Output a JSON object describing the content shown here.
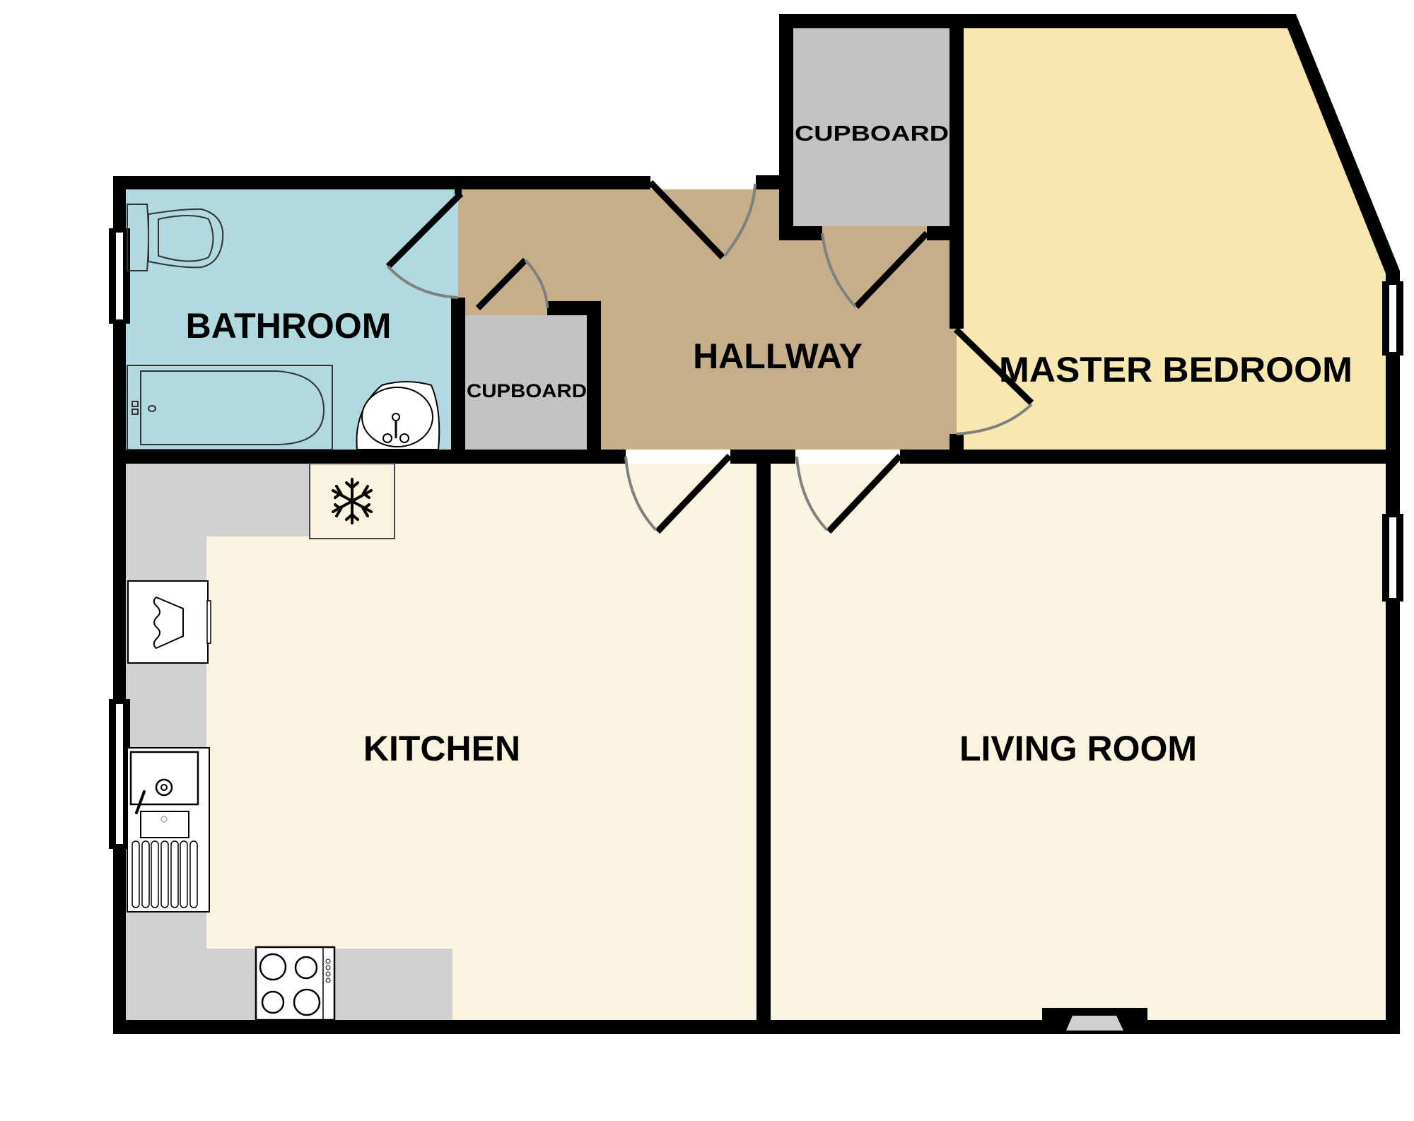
{
  "floorplan": {
    "colors": {
      "wall": "#000000",
      "bathroom": "#b0dae0",
      "hallway": "#c6ae8a",
      "cupboard": "#c3c3c3",
      "master_bedroom": "#f6e8b0",
      "kitchen": "#f9f4df",
      "living_room": "#f9f4df",
      "kitchen_counter": "#d0d0d0",
      "door_swing": "#808080",
      "background": "#ffffff"
    },
    "rooms": [
      {
        "id": "bathroom",
        "label": "BATHROOM"
      },
      {
        "id": "cupboard_small",
        "label": "CUPBOARD"
      },
      {
        "id": "hallway",
        "label": "HALLWAY"
      },
      {
        "id": "cupboard_top",
        "label": "CUPBOARD"
      },
      {
        "id": "master_bedroom",
        "label": "MASTER BEDROOM"
      },
      {
        "id": "kitchen",
        "label": "KITCHEN"
      },
      {
        "id": "living_room",
        "label": "LIVING ROOM"
      }
    ],
    "fixtures": [
      {
        "room": "bathroom",
        "type": "toilet"
      },
      {
        "room": "bathroom",
        "type": "bathtub"
      },
      {
        "room": "bathroom",
        "type": "washbasin"
      },
      {
        "room": "kitchen",
        "type": "fridge-freezer",
        "icon": "snowflake"
      },
      {
        "room": "kitchen",
        "type": "washing-machine"
      },
      {
        "room": "kitchen",
        "type": "sink-with-drainer"
      },
      {
        "room": "kitchen",
        "type": "hob",
        "burners": 4
      },
      {
        "room": "living_room",
        "type": "fireplace"
      }
    ],
    "doors": 7,
    "windows": 4
  }
}
